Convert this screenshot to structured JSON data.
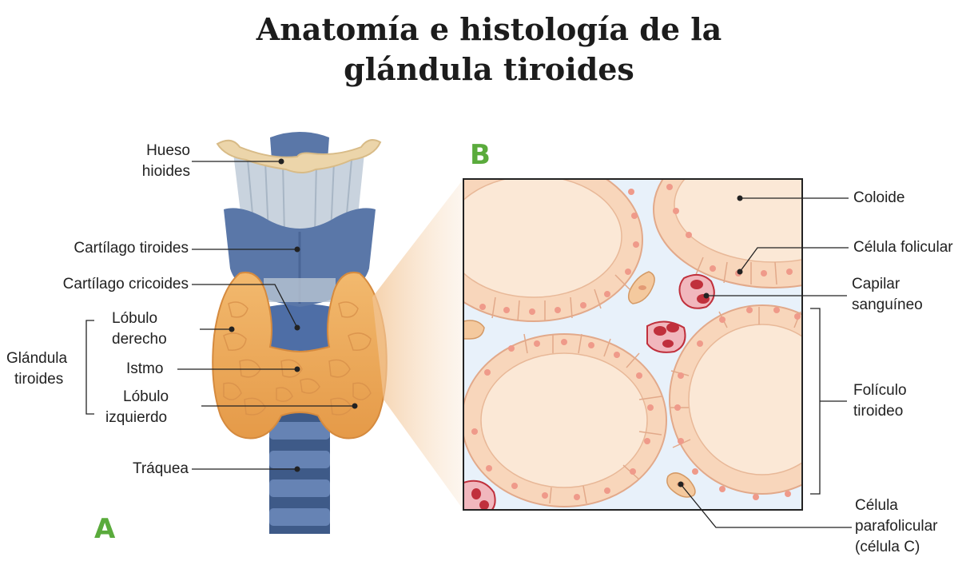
{
  "title": {
    "line1": "Anatomía e histología de la",
    "line2": "glándula tiroides"
  },
  "panel_a": {
    "letter": "A",
    "labels": {
      "hyoid": [
        "Hueso",
        "hioides"
      ],
      "thyroid_cartilage": "Cartílago tiroides",
      "cricoid_cartilage": "Cartílago cricoides",
      "right_lobe": [
        "Lóbulo",
        "derecho"
      ],
      "isthmus": "Istmo",
      "left_lobe": [
        "Lóbulo",
        "izquierdo"
      ],
      "gland": [
        "Glándula",
        "tiroides"
      ],
      "trachea": "Tráquea"
    }
  },
  "panel_b": {
    "letter": "B",
    "labels": {
      "colloid": "Coloide",
      "follicular_cell": "Célula folicular",
      "capillary": [
        "Capilar",
        "sanguíneo"
      ],
      "follicle": [
        "Folículo",
        "tiroideo"
      ],
      "parafollicular_cell": [
        "Célula",
        "parafolicular",
        "(célula C)"
      ]
    }
  },
  "colors": {
    "letter_green": "#5aab3c",
    "gland_orange": "#eeaa5c",
    "cartilage_blue": "#5a77a8",
    "colloid_cream": "#fbe8d6",
    "cell_peach": "#f8d6bb",
    "interstitium": "#e8f1fa",
    "capillary_red": "#c0303c"
  }
}
